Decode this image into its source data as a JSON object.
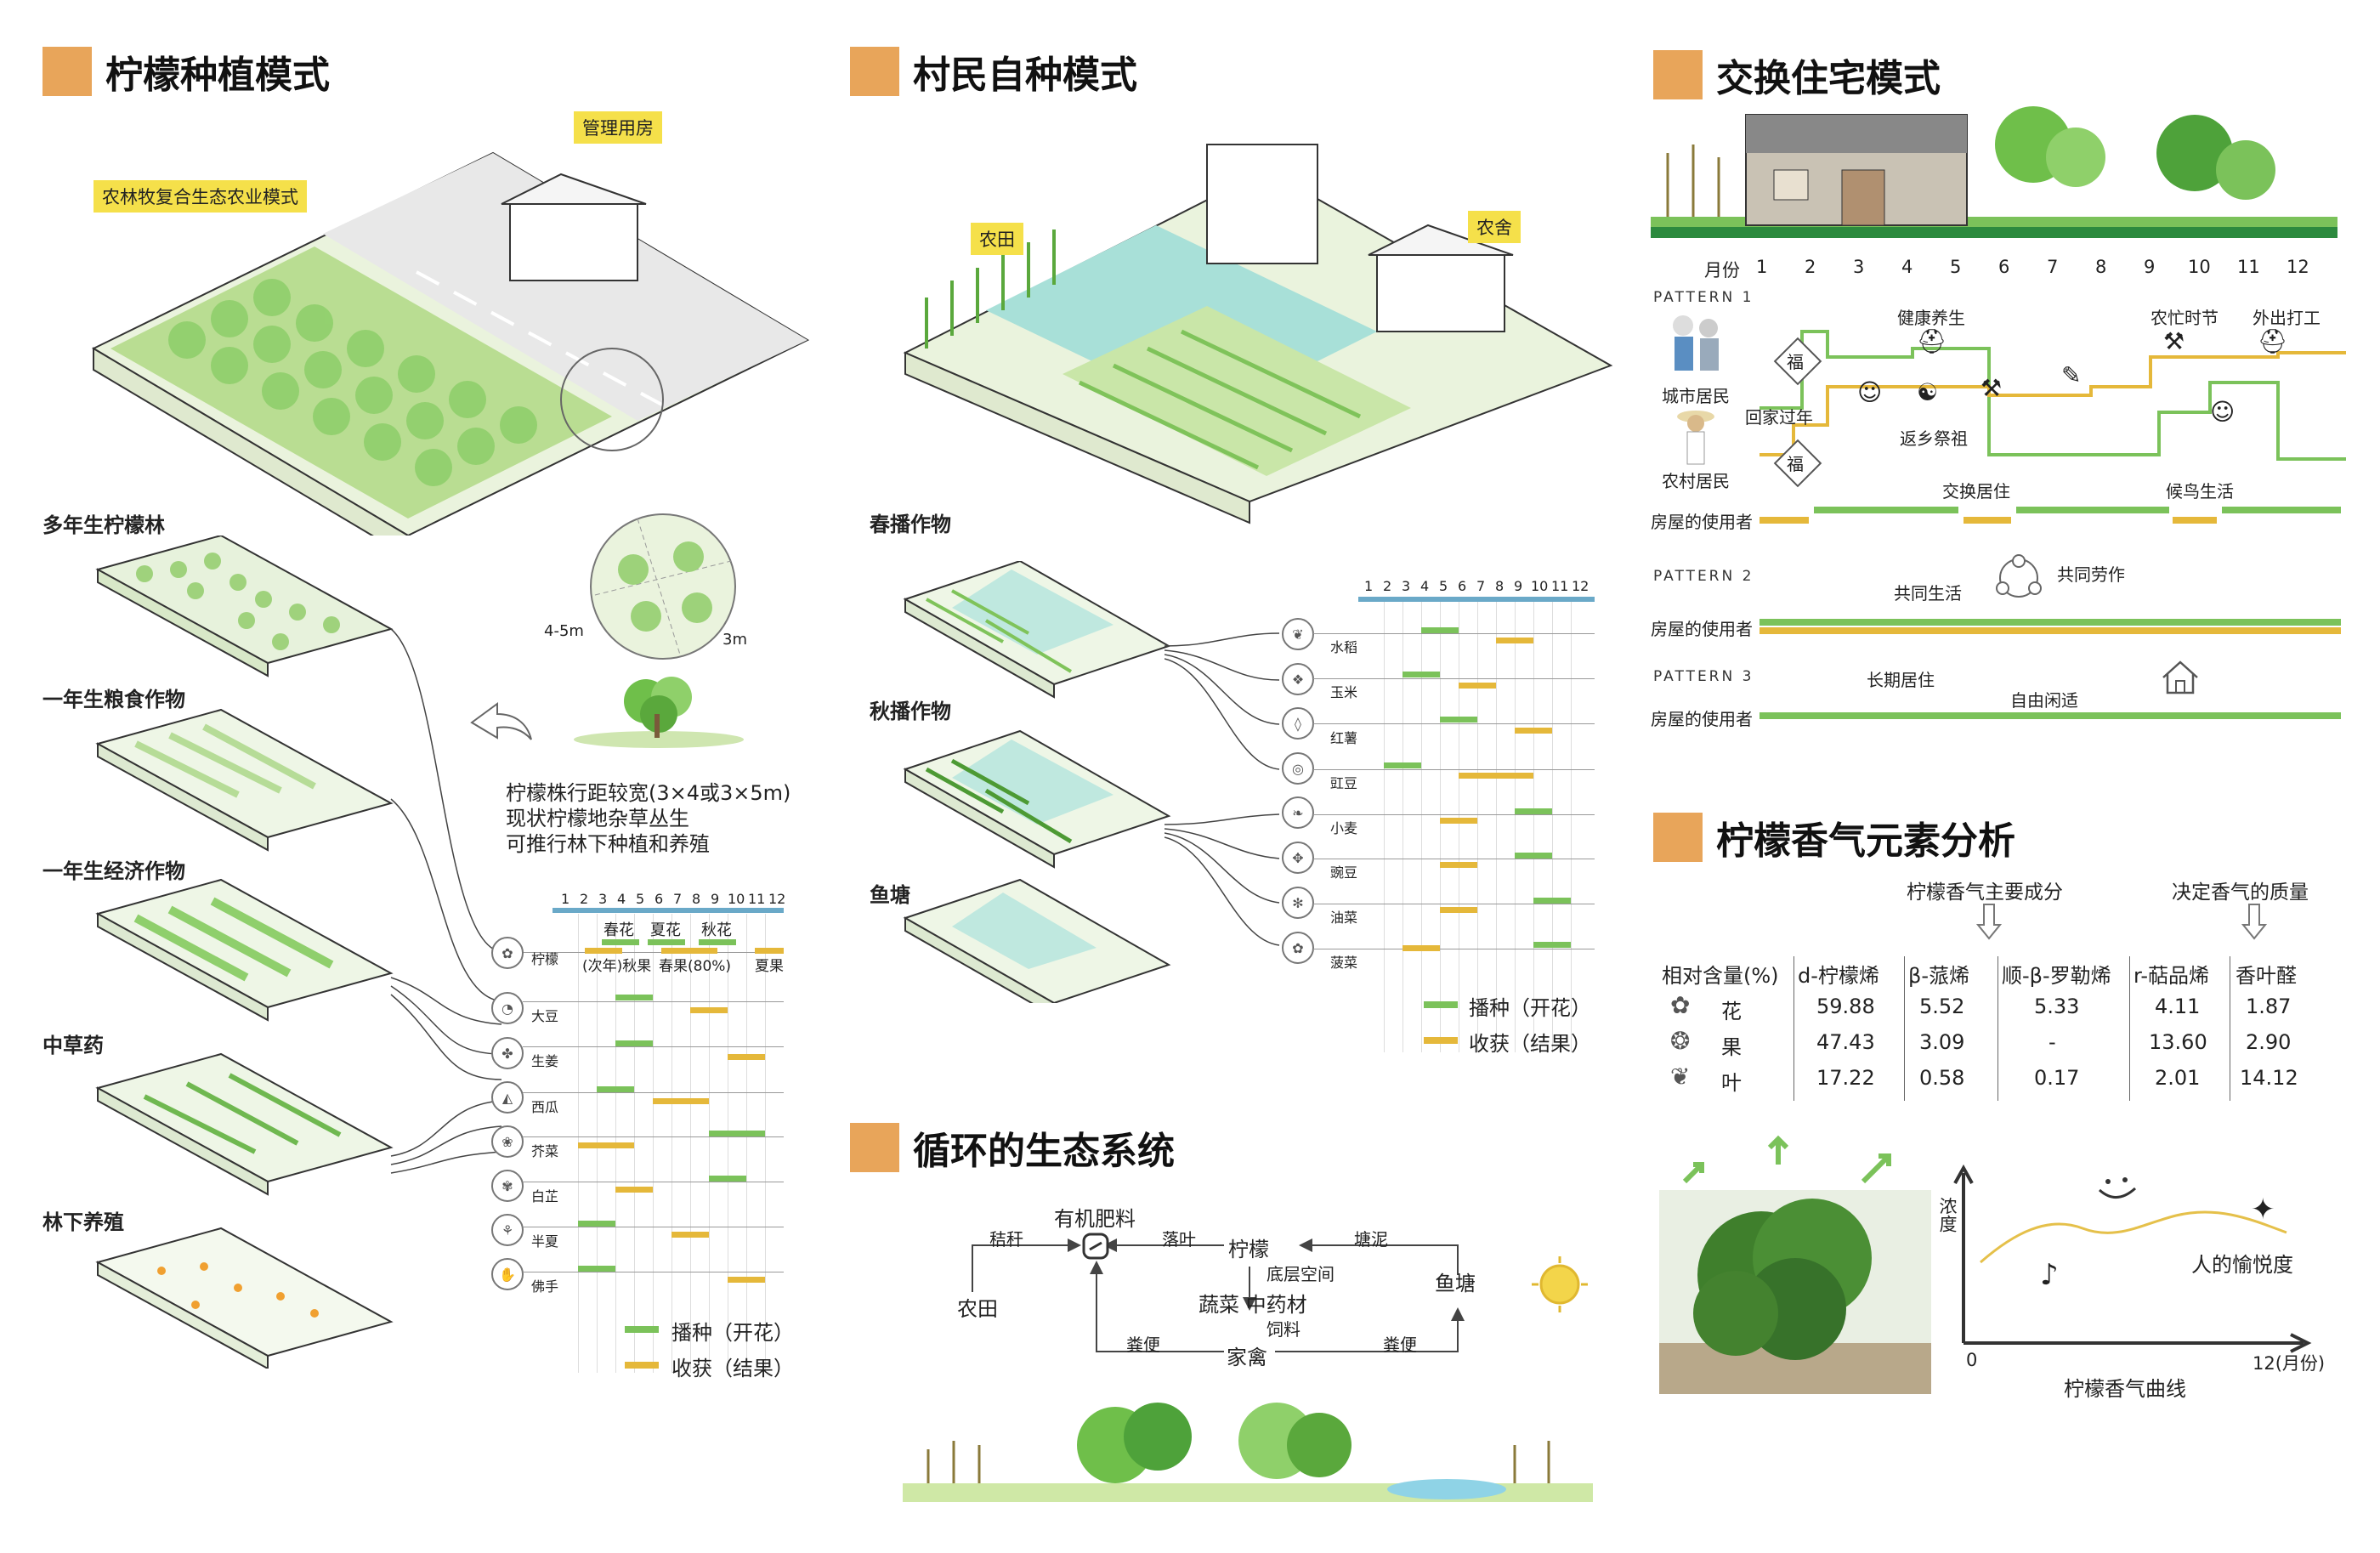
{
  "sec1": {
    "title": "柠檬种植模式",
    "tag_mgmt": "管理用房",
    "tag_agro": "农林牧复合生态农业模式",
    "dim1": "4-5m",
    "dim2": "3m",
    "layers": [
      "多年生柠檬林",
      "一年生粮食作物",
      "一年生经济作物",
      "中草药",
      "林下养殖"
    ],
    "note": [
      "柠檬株行距较宽(3×4或3×5m)",
      "现状柠檬地杂草丛生",
      "可推行林下种植和养殖"
    ],
    "months": [
      "1",
      "2",
      "3",
      "4",
      "5",
      "6",
      "7",
      "8",
      "9",
      "10",
      "11",
      "12"
    ],
    "lemon_flowers": [
      "春花",
      "夏花",
      "秋花"
    ],
    "lemon_fruit": [
      "(次年)秋果",
      "春果(80%)",
      "夏果"
    ],
    "crops": [
      "柠檬",
      "大豆",
      "生姜",
      "西瓜",
      "芥菜",
      "白芷",
      "半夏",
      "佛手"
    ],
    "legend_sow": "播种（开花）",
    "legend_harvest": "收获（结果）"
  },
  "sec2": {
    "title": "村民自种模式",
    "tag_field": "农田",
    "tag_house": "农舍",
    "layers": [
      "春播作物",
      "秋播作物",
      "鱼塘"
    ],
    "months": [
      "1",
      "2",
      "3",
      "4",
      "5",
      "6",
      "7",
      "8",
      "9",
      "10",
      "11",
      "12"
    ],
    "crops": [
      "水稻",
      "玉米",
      "红薯",
      "豇豆",
      "小麦",
      "豌豆",
      "油菜",
      "菠菜"
    ],
    "legend_sow": "播种（开花）",
    "legend_harvest": "收获（结果）"
  },
  "sec3": {
    "title": "循环的生态系统",
    "nodes": {
      "fertilizer": "有机肥料",
      "farmland": "农田",
      "lemon": "柠檬",
      "pond": "鱼塘",
      "poultry": "家禽",
      "veg": "蔬菜 中药材",
      "understory": "底层空间"
    },
    "edges": {
      "straw": "秸秆",
      "leaves": "落叶",
      "mud": "塘泥",
      "feed": "饲料",
      "manure1": "粪便",
      "manure2": "粪便"
    }
  },
  "sec4": {
    "title": "交换住宅模式",
    "month_label": "月份",
    "months": [
      "1",
      "2",
      "3",
      "4",
      "5",
      "6",
      "7",
      "8",
      "9",
      "10",
      "11",
      "12"
    ],
    "p1": "PATTERN 1",
    "p2": "PATTERN 2",
    "p3": "PATTERN 3",
    "city": "城市居民",
    "rural": "农村居民",
    "user": "房屋的使用者",
    "home": "回家过年",
    "fu": "福",
    "health": "健康养生",
    "ancestor": "返乡祭祖",
    "busy": "农忙时节",
    "work": "外出打工",
    "exchange": "交换居住",
    "migrant": "候鸟生活",
    "cohabit": "共同生活",
    "colabor": "共同劳作",
    "longterm": "长期居住",
    "leisure": "自由闲适"
  },
  "sec5": {
    "title": "柠檬香气元素分析",
    "main": "柠檬香气主要成分",
    "quality": "决定香气的质量",
    "header": [
      "相对含量(%)",
      "d-柠檬烯",
      "β-蒎烯",
      "顺-β-罗勒烯",
      "r-萜品烯",
      "香叶醛"
    ],
    "rows": [
      {
        "part": "花",
        "v": [
          "59.88",
          "5.52",
          "5.33",
          "4.11",
          "1.87"
        ]
      },
      {
        "part": "果",
        "v": [
          "47.43",
          "3.09",
          "-",
          "13.60",
          "2.90"
        ]
      },
      {
        "part": "叶",
        "v": [
          "17.22",
          "0.58",
          "0.17",
          "2.01",
          "14.12"
        ]
      }
    ],
    "yaxis": "浓度",
    "curve_label": "人的愉悦度",
    "x0": "0",
    "x12": "12(月份)",
    "curve_title": "柠檬香气曲线"
  },
  "colors": {
    "accent": "#e8a55a",
    "green": "#7bc25a",
    "yellow": "#e5b83a",
    "tag": "#f5e04a"
  }
}
